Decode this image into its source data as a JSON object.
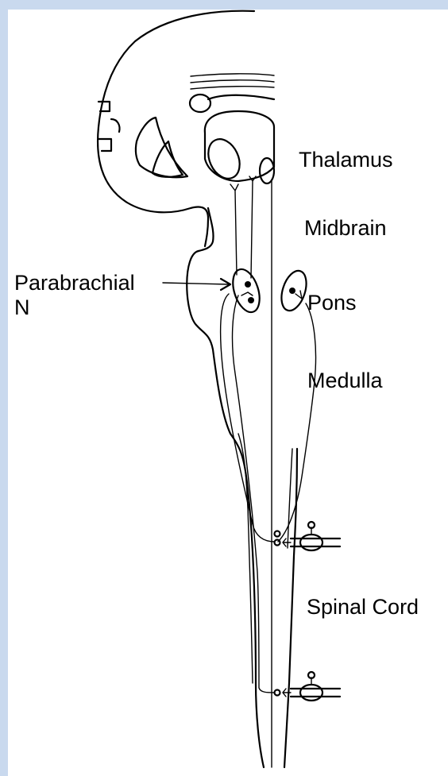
{
  "labels": {
    "thalamus": "Thalamus",
    "midbrain": "Midbrain",
    "parabrachial_line1": "Parabrachial",
    "parabrachial_line2": "N",
    "pons": "Pons",
    "medulla": "Medulla",
    "spinal_cord": "Spinal Cord"
  },
  "colors": {
    "frame": "#c9d9ee",
    "panel": "#ffffff",
    "ink": "#000000"
  }
}
